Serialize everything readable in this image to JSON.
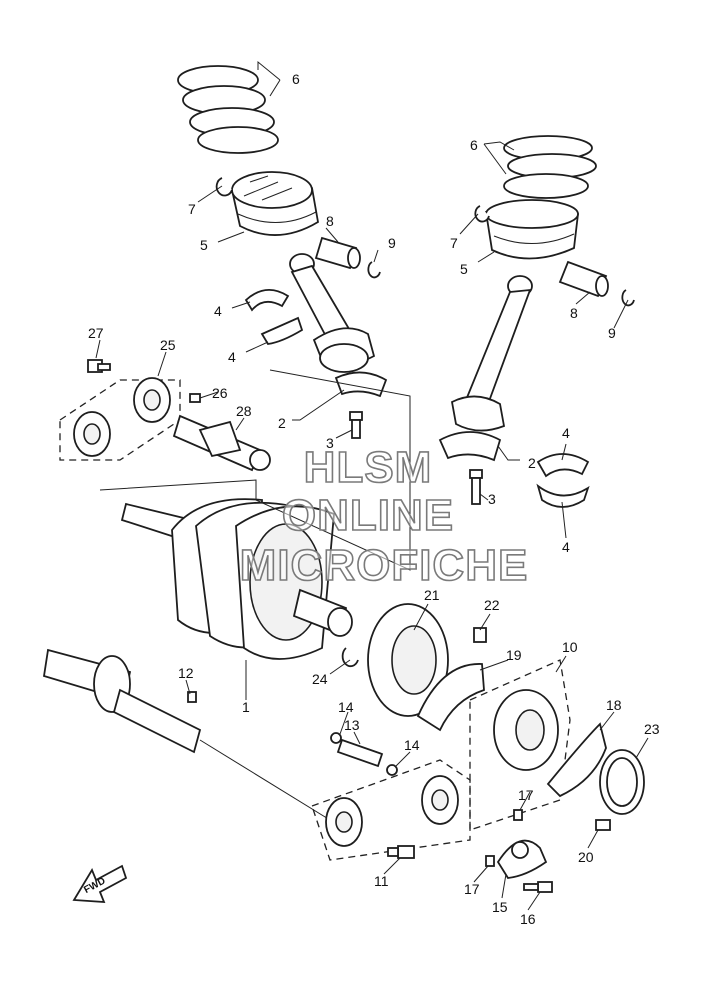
{
  "watermark": {
    "line1": "HLSM",
    "line2": "ONLINE",
    "line3": "MICROFICHE"
  },
  "fwd_badge": "FWD",
  "callouts": [
    {
      "id": "c6a",
      "text": "6"
    },
    {
      "id": "c7a",
      "text": "7"
    },
    {
      "id": "c5a",
      "text": "5"
    },
    {
      "id": "c8a",
      "text": "8"
    },
    {
      "id": "c9a",
      "text": "9"
    },
    {
      "id": "c6b",
      "text": "6"
    },
    {
      "id": "c7b",
      "text": "7"
    },
    {
      "id": "c5b",
      "text": "5"
    },
    {
      "id": "c8b",
      "text": "8"
    },
    {
      "id": "c9b",
      "text": "9"
    },
    {
      "id": "c4a",
      "text": "4"
    },
    {
      "id": "c4b",
      "text": "4"
    },
    {
      "id": "c27",
      "text": "27"
    },
    {
      "id": "c25",
      "text": "25"
    },
    {
      "id": "c26",
      "text": "26"
    },
    {
      "id": "c28",
      "text": "28"
    },
    {
      "id": "c2a",
      "text": "2"
    },
    {
      "id": "c3a",
      "text": "3"
    },
    {
      "id": "c4c",
      "text": "4"
    },
    {
      "id": "c2b",
      "text": "2"
    },
    {
      "id": "c3b",
      "text": "3"
    },
    {
      "id": "c4d",
      "text": "4"
    },
    {
      "id": "c21",
      "text": "21"
    },
    {
      "id": "c22",
      "text": "22"
    },
    {
      "id": "c10",
      "text": "10"
    },
    {
      "id": "c19",
      "text": "19"
    },
    {
      "id": "c24",
      "text": "24"
    },
    {
      "id": "c1",
      "text": "1"
    },
    {
      "id": "c12",
      "text": "12"
    },
    {
      "id": "c14a",
      "text": "14"
    },
    {
      "id": "c13",
      "text": "13"
    },
    {
      "id": "c14b",
      "text": "14"
    },
    {
      "id": "c18",
      "text": "18"
    },
    {
      "id": "c23",
      "text": "23"
    },
    {
      "id": "c17a",
      "text": "17"
    },
    {
      "id": "c20",
      "text": "20"
    },
    {
      "id": "c11",
      "text": "11"
    },
    {
      "id": "c17b",
      "text": "17"
    },
    {
      "id": "c15",
      "text": "15"
    },
    {
      "id": "c16",
      "text": "16"
    }
  ]
}
